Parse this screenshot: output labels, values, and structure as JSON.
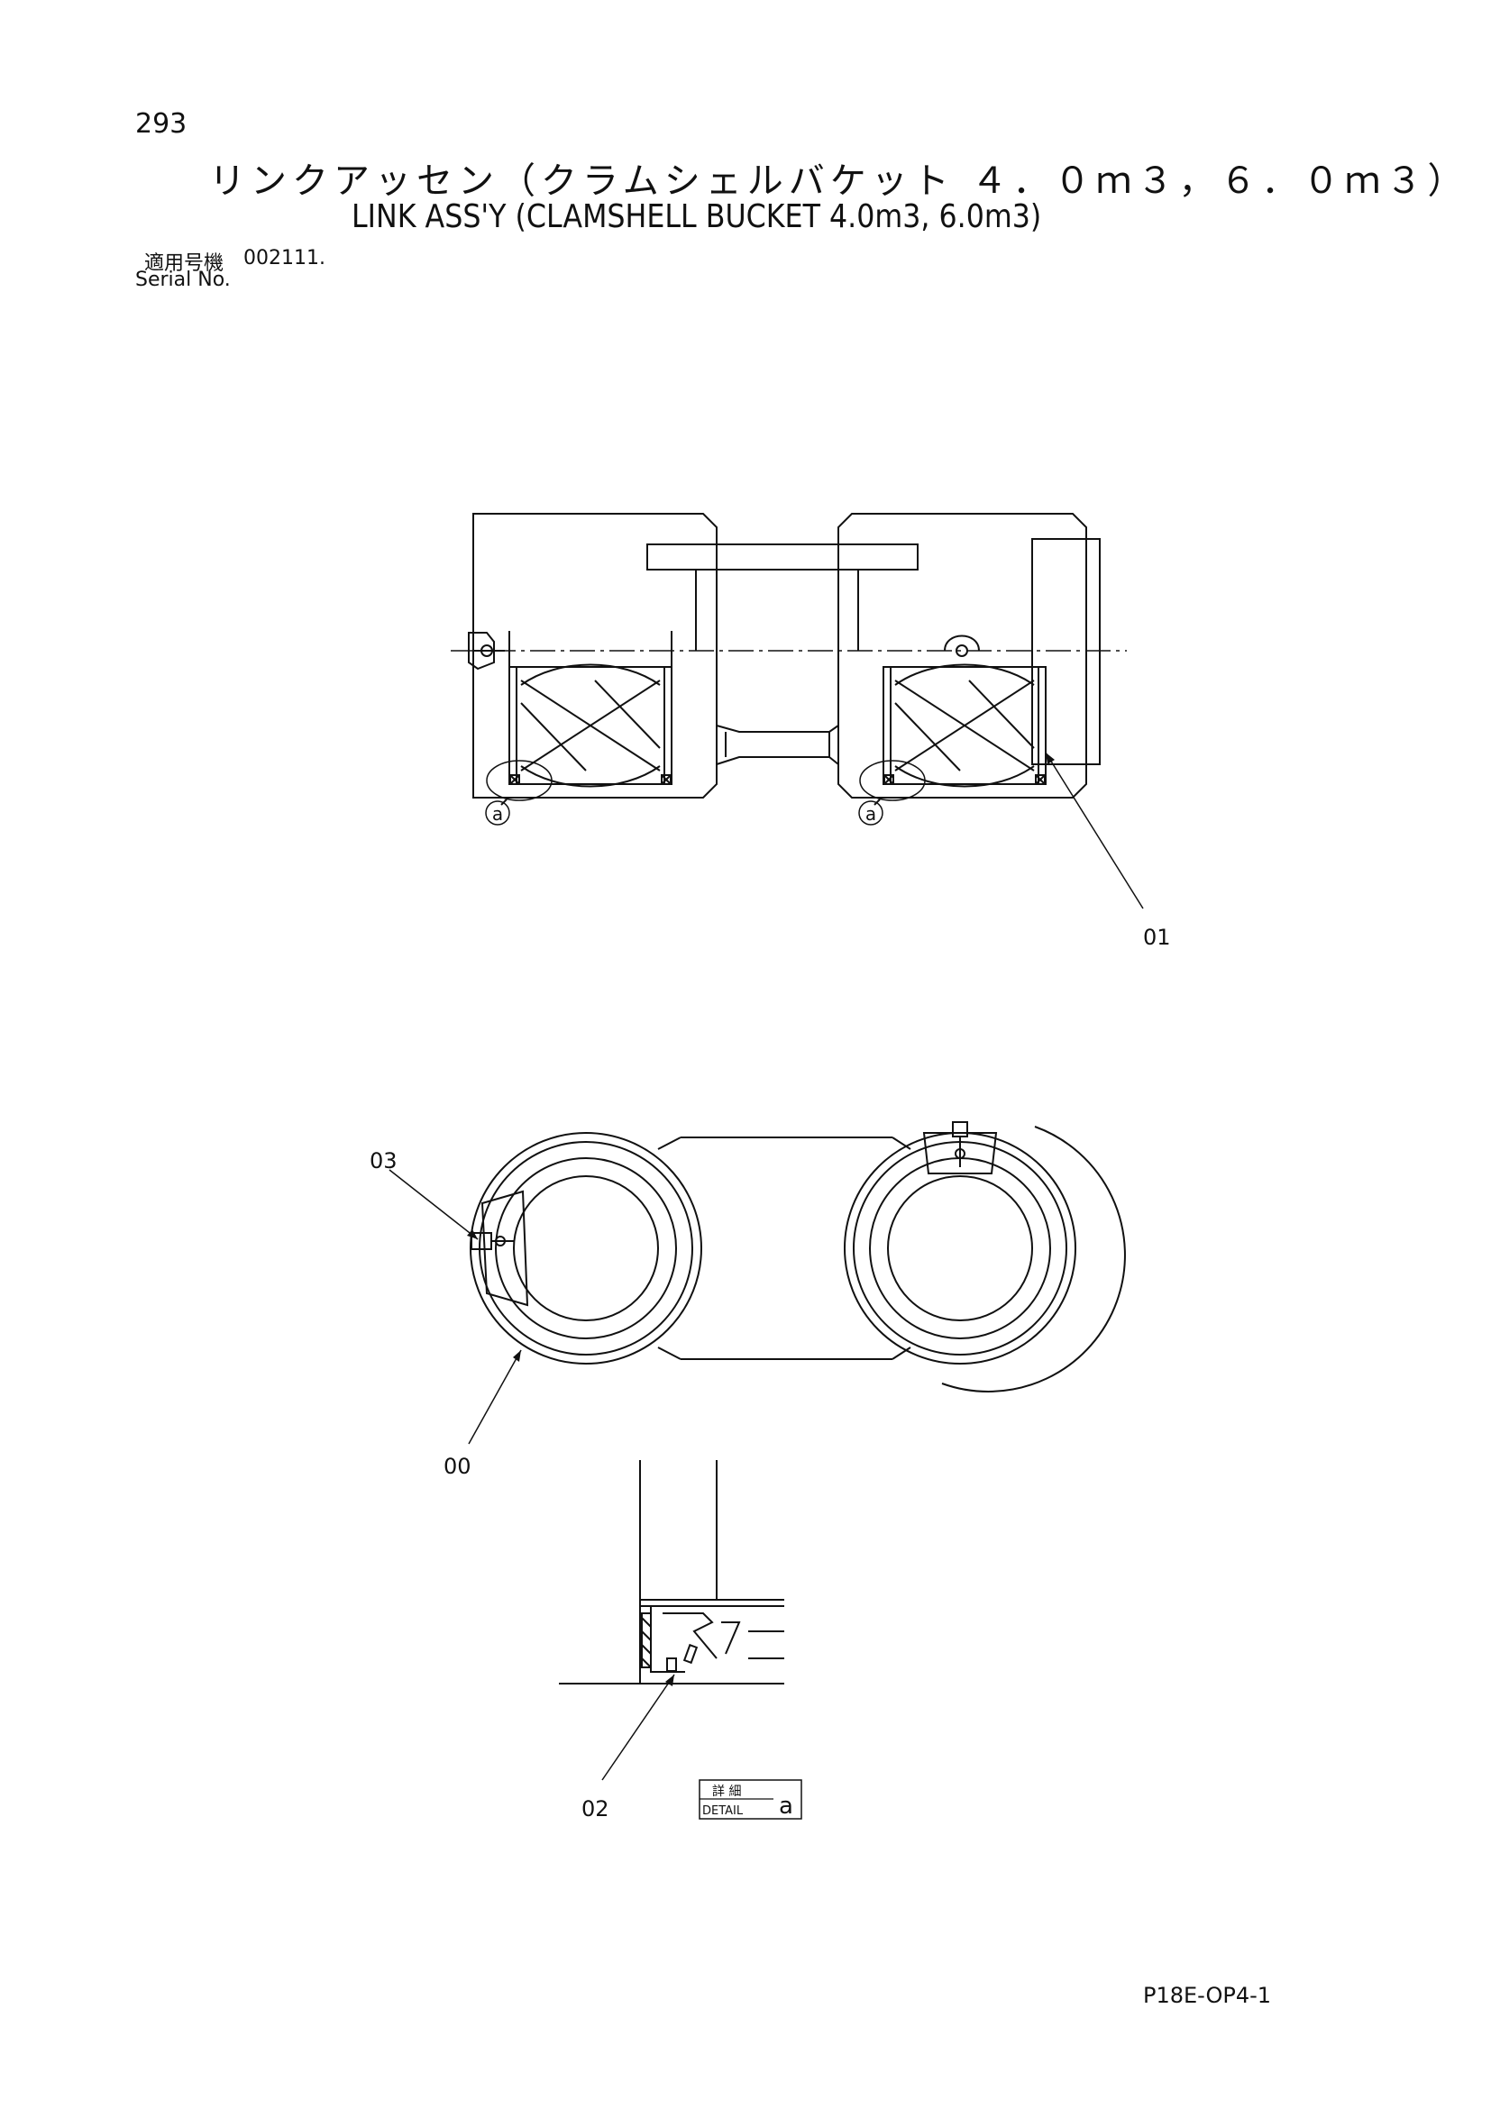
{
  "page": {
    "number": "293",
    "title_jp": "リンクアッセン（クラムシェルバケット ４．０ｍ３，６．０ｍ３）",
    "title_en": "LINK ASS'Y (CLAMSHELL BUCKET 4.0m3, 6.0m3)",
    "serial_label_jp": "適用号機",
    "serial_value": "002111.",
    "serial_label_en": "Serial No.",
    "document_code": "P18E-OP4-1"
  },
  "drawing": {
    "part_callouts": [
      "00",
      "01",
      "02",
      "03"
    ],
    "detail_marker": "a",
    "detail_label_jp": "詳 細",
    "detail_label_en": "DETAIL",
    "detail_letter": "a"
  }
}
